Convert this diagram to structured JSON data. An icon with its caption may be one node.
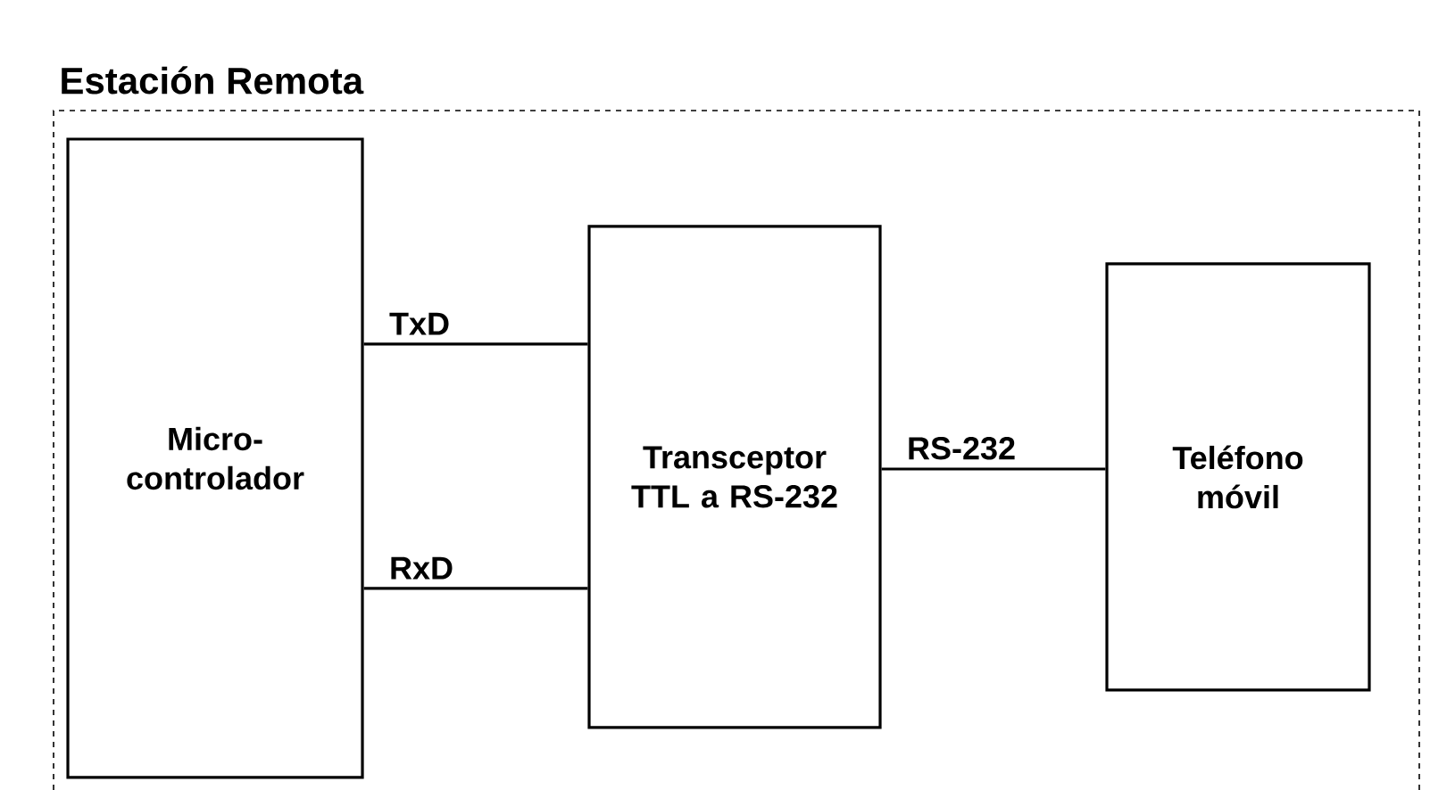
{
  "diagram": {
    "nodes": [
      {
        "text": [
          "Estación Remota"
        ]
      },
      {
        "text": [
          "Micro- controlador"
        ],
        "in": 0
      },
      {
        "text": [
          "Transceptor TTL a RS-232"
        ],
        "in": 0
      },
      {
        "text": [
          "Teléfono móvil"
        ],
        "in": 0
      }
    ],
    "edges": [
      {
        "from": 1,
        "to": 2,
        "arrow": "none",
        "label": "TxD"
      },
      {
        "from": 1,
        "to": 2,
        "arrow": "none",
        "label": "RxD"
      },
      {
        "from": 2,
        "to": 3,
        "arrow": "none",
        "label": "RS-232"
      }
    ]
  }
}
